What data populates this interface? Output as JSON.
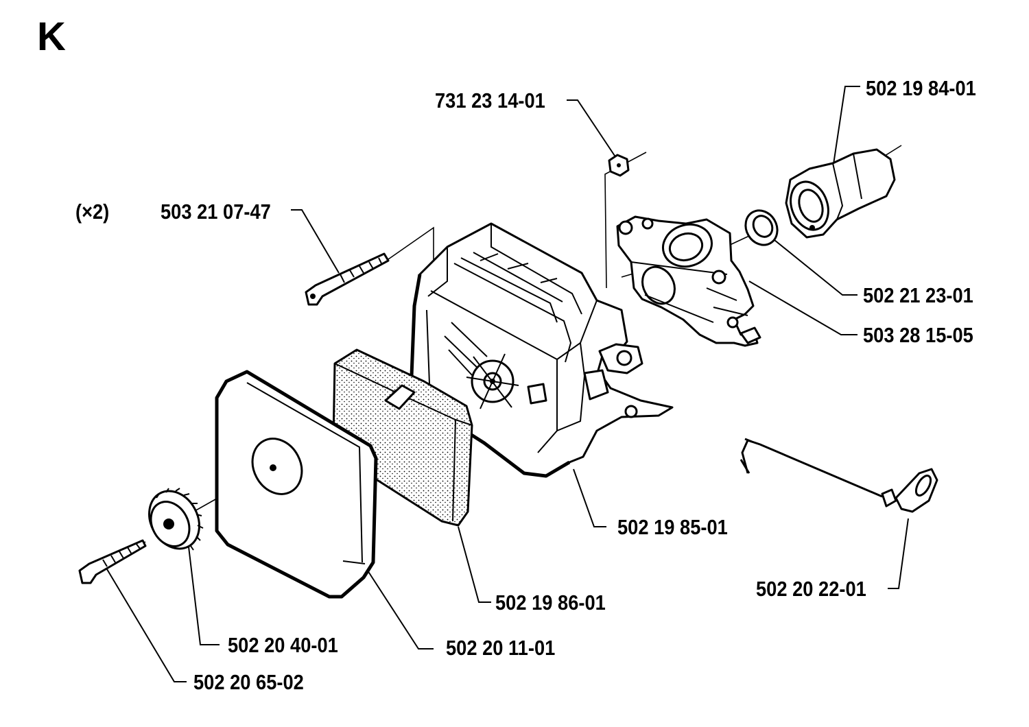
{
  "sheet": {
    "letter": "K"
  },
  "callouts": {
    "qty_note": "(×2)",
    "bolt": "503 21 07-47",
    "nut": "731 23 14-01",
    "intake": "502 19 84-01",
    "gasket": "502 21 23-01",
    "carburetor": "503 28 15-05",
    "filter_housing": "502 19 85-01",
    "filter_element": "502 19 86-01",
    "filter_cover": "502 20 11-01",
    "knob": "502 20 40-01",
    "screw": "502 20 65-02",
    "rod": "502 20 22-01"
  }
}
